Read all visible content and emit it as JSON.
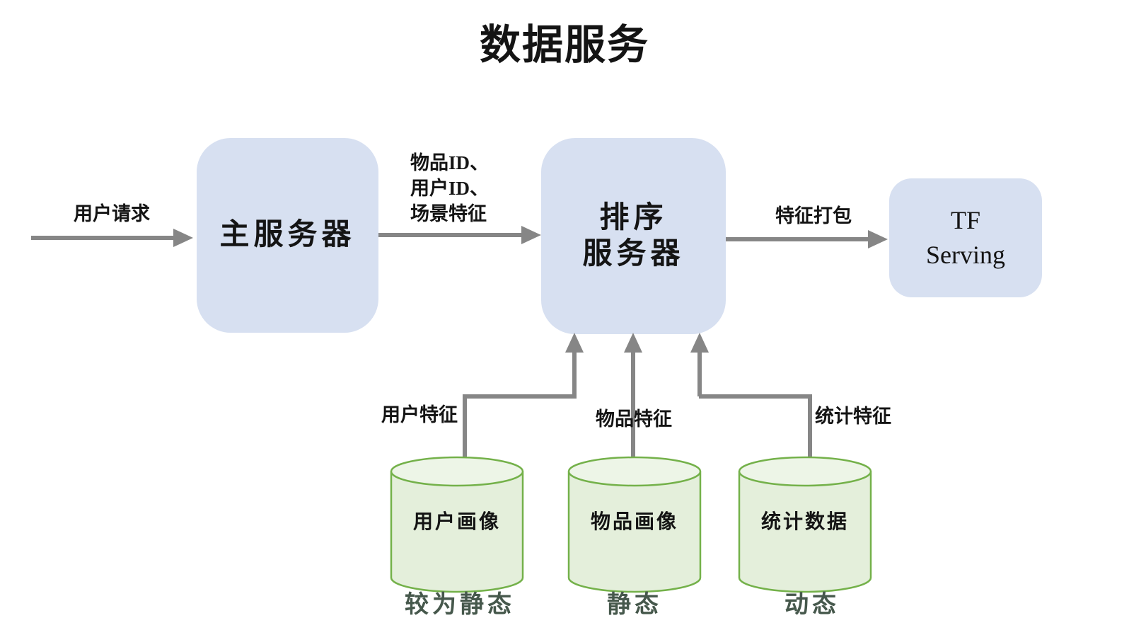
{
  "title": "数据服务",
  "colors": {
    "node_fill": "#d7e0f1",
    "db_fill": "#e4efdb",
    "db_top_fill": "#edf5e7",
    "db_stroke": "#74b14a",
    "connector": "#868686",
    "text": "#141414",
    "state_text": "#46584c"
  },
  "nodes": {
    "main_server": {
      "label": "主服务器"
    },
    "ranking_server": {
      "line1": "排序",
      "line2": "服务器"
    },
    "tf_serving": {
      "line1": "TF",
      "line2": "Serving"
    }
  },
  "edges": {
    "user_request": {
      "label": "用户请求"
    },
    "request_features": {
      "line1": "物品ID、",
      "line2": "用户ID、",
      "line3": "场景特征"
    },
    "feature_pack": {
      "label": "特征打包"
    },
    "user_features": {
      "label": "用户特征"
    },
    "item_features": {
      "label": "物品特征"
    },
    "stat_features": {
      "label": "统计特征"
    }
  },
  "databases": [
    {
      "label": "用户画像",
      "state": "较为静态"
    },
    {
      "label": "物品画像",
      "state": "静态"
    },
    {
      "label": "统计数据",
      "state": "动态"
    }
  ]
}
